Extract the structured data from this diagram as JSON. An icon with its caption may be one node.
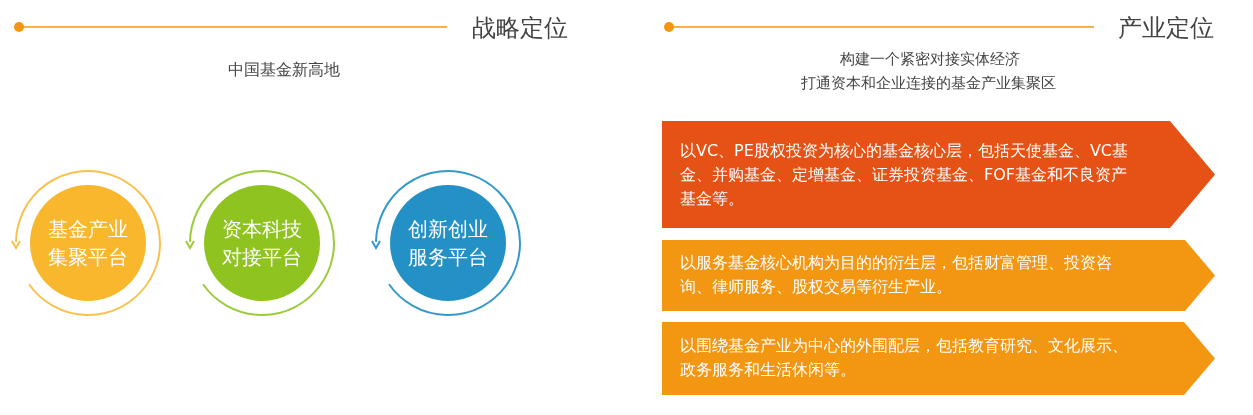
{
  "diagram": {
    "nodes": [
      {
        "text": [
          "基金产业集聚平台"
        ]
      },
      {
        "text": [
          "资本科技对接平台"
        ]
      },
      {
        "text": [
          "创新创业服务平台"
        ]
      },
      {
        "text": [
          "以VC、PE股权投资为核心的基金核心层，包括天使基金、VC基金、并购基金、定增基金、证券投资基金、FOF基金和不良资产基金等。"
        ]
      },
      {
        "text": [
          "以服务基金核心机构为目的的衍生层，包括财富管理、投资咨询、律师服务、股权交易等衍生产业。"
        ]
      },
      {
        "text": [
          "以围绕基金产业为中心的外围配层，包括教育研究、文化展示、政务服务和生活休闲等。"
        ]
      }
    ],
    "labels": [
      "战略定位",
      "中国基金新高地",
      "产业定位",
      "构建一个紧密对接实体经济",
      "打通资本和企业连接的基金产业集聚区"
    ]
  }
}
